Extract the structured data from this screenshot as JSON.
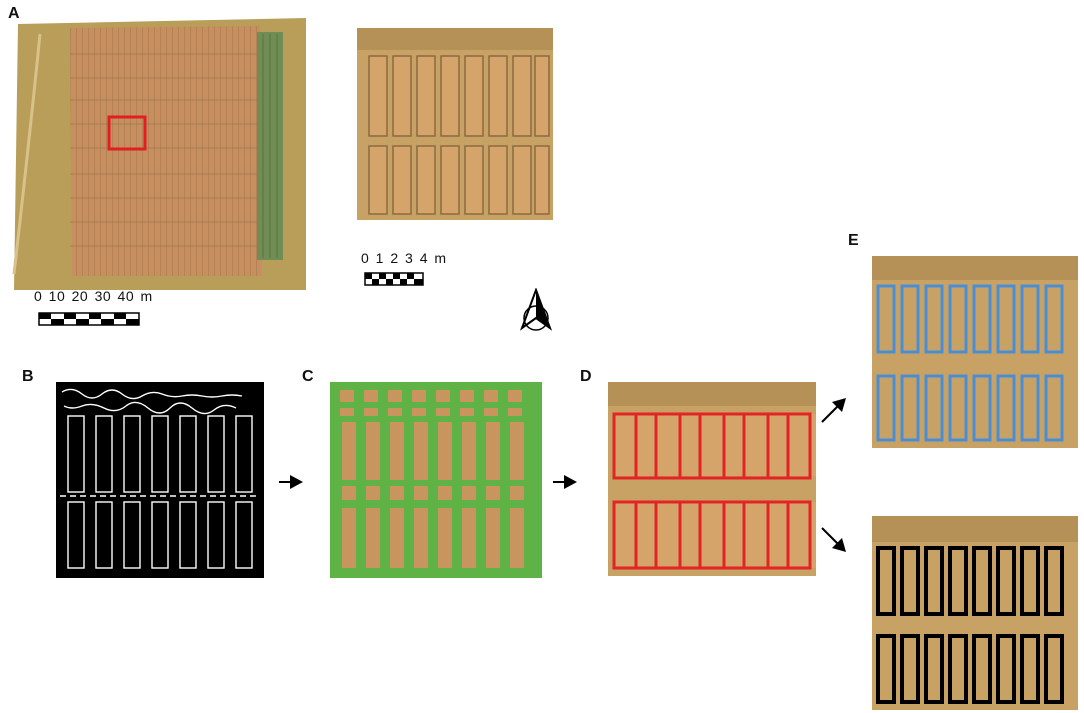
{
  "panels": {
    "a": {
      "letter": "A",
      "scale_label": "0  10 20 30 40 m"
    },
    "zoom": {
      "scale_label": "0 1 2 3 4 m"
    },
    "b": {
      "letter": "B"
    },
    "c": {
      "letter": "C"
    },
    "d": {
      "letter": "D"
    },
    "e": {
      "letter": "E"
    }
  },
  "colors": {
    "field": "#c8915c",
    "field_light": "#d4a46a",
    "field_dark": "#a87a4c",
    "grass": "#b7a15a",
    "vegetation": "#6f8d55",
    "zoom_box": "#e02020",
    "edge_lines": "#ffffff",
    "background_black": "#000000",
    "grid_green": "#5fb346",
    "plot_red": "#e32424",
    "plot_blue": "#4a8fd4",
    "plot_black": "#000000"
  },
  "icons": [
    "north-arrow-icon",
    "arrow-right-icon",
    "arrow-up-right-icon",
    "arrow-down-right-icon"
  ]
}
